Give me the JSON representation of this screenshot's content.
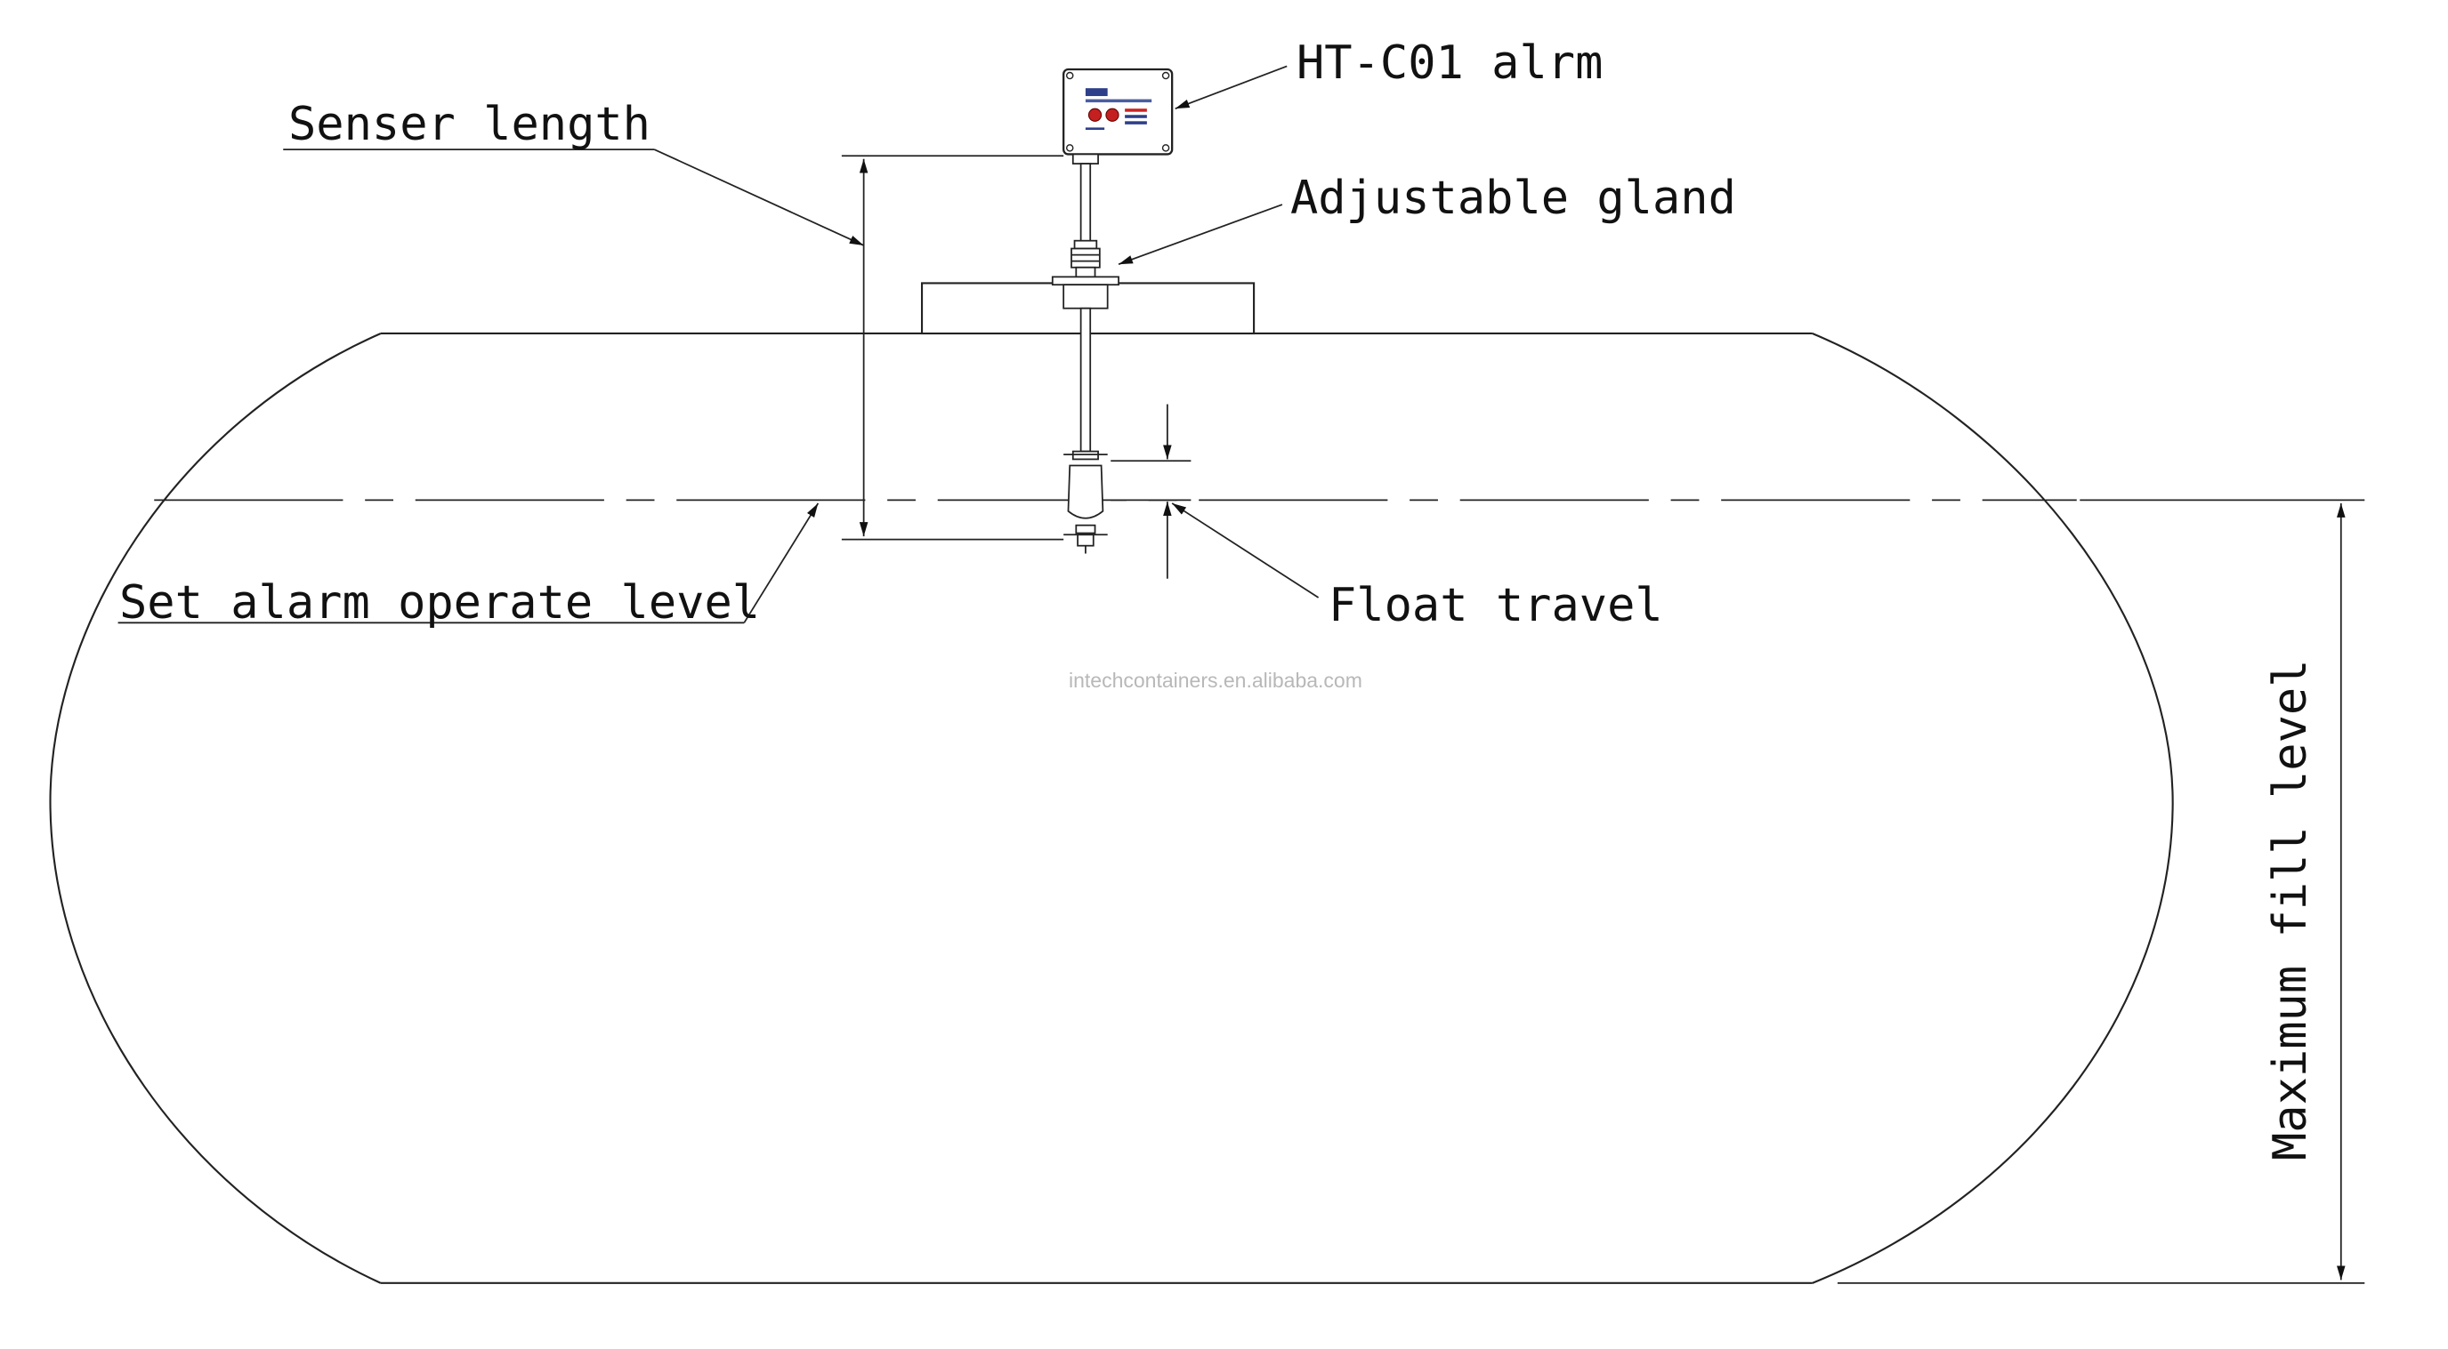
{
  "diagram": {
    "labels": {
      "alarm_unit": "HT-C01 alrm",
      "sensor_length": "Senser length",
      "gland": "Adjustable gland",
      "alarm_level": "Set alarm operate level",
      "float_travel": "Float travel",
      "max_fill": "Maximum fill level"
    },
    "watermark": "intechcontainers.en.alibaba.com"
  }
}
